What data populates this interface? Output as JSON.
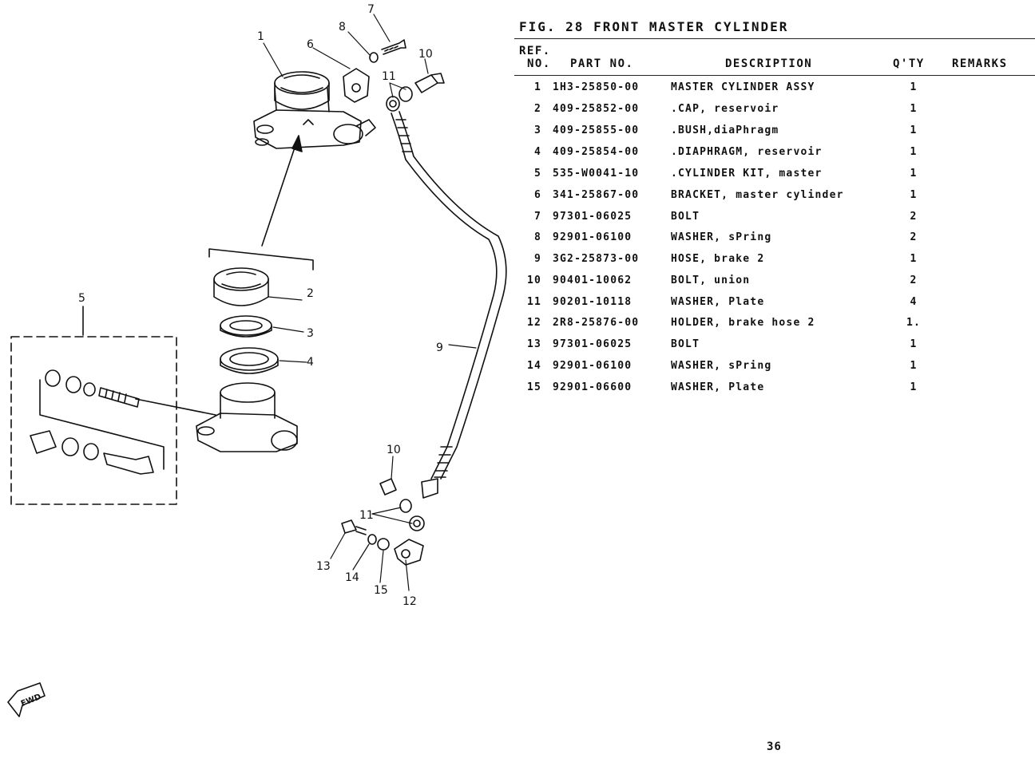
{
  "figure": {
    "title": "FIG. 28  FRONT MASTER CYLINDER"
  },
  "headers": {
    "ref_line1": "REF.",
    "ref_line2": "NO.",
    "part_no": "PART NO.",
    "description": "DESCRIPTION",
    "qty": "Q'TY",
    "remarks": "REMARKS"
  },
  "parts": [
    {
      "ref": "1",
      "part_no": "1H3-25850-00",
      "description": "MASTER CYLINDER ASSY",
      "qty": "1"
    },
    {
      "ref": "2",
      "part_no": "409-25852-00",
      "description": ".CAP, reservoir",
      "qty": "1"
    },
    {
      "ref": "3",
      "part_no": "409-25855-00",
      "description": ".BUSH,diaPhragm",
      "qty": "1"
    },
    {
      "ref": "4",
      "part_no": "409-25854-00",
      "description": ".DIAPHRAGM, reservoir",
      "qty": "1"
    },
    {
      "ref": "5",
      "part_no": "535-W0041-10",
      "description": ".CYLINDER KIT, master",
      "qty": "1"
    },
    {
      "ref": "6",
      "part_no": "341-25867-00",
      "description": "BRACKET, master cylinder",
      "qty": "1"
    },
    {
      "ref": "7",
      "part_no": "97301-06025",
      "description": "BOLT",
      "qty": "2"
    },
    {
      "ref": "8",
      "part_no": "92901-06100",
      "description": "WASHER, sPring",
      "qty": "2"
    },
    {
      "ref": "9",
      "part_no": "3G2-25873-00",
      "description": "HOSE, brake 2",
      "qty": "1"
    },
    {
      "ref": "10",
      "part_no": "90401-10062",
      "description": "BOLT, union",
      "qty": "2"
    },
    {
      "ref": "11",
      "part_no": "90201-10118",
      "description": "WASHER, Plate",
      "qty": "4"
    },
    {
      "ref": "12",
      "part_no": "2R8-25876-00",
      "description": "HOLDER, brake hose 2",
      "qty": "1."
    },
    {
      "ref": "13",
      "part_no": "97301-06025",
      "description": "BOLT",
      "qty": "1"
    },
    {
      "ref": "14",
      "part_no": "92901-06100",
      "description": "WASHER, sPring",
      "qty": "1"
    },
    {
      "ref": "15",
      "part_no": "92901-06600",
      "description": "WASHER, Plate",
      "qty": "1"
    }
  ],
  "diagram": {
    "callouts": [
      "1",
      "2",
      "3",
      "4",
      "5",
      "6",
      "7",
      "8",
      "9",
      "10",
      "10",
      "11",
      "11",
      "12",
      "13",
      "14",
      "15"
    ],
    "fwd_label": "FWD",
    "fwd_icon": "fwd-arrow-icon"
  },
  "page_number": "36"
}
